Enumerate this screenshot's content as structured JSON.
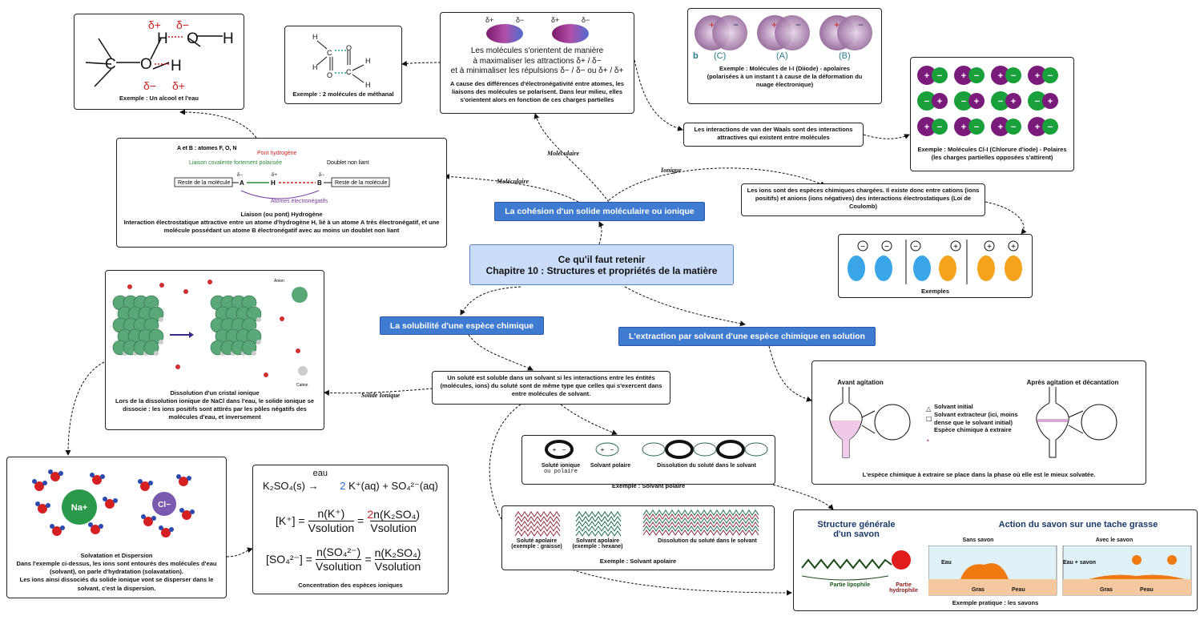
{
  "central": {
    "title": "Ce qu'il faut retenir",
    "subtitle": "Chapitre 10 : Structures et propriétés de la matière"
  },
  "branches": {
    "cohesion": "La cohésion d'un solide moléculaire ou ionique",
    "solubilite": "La solubilité d'une espèce chimique",
    "extraction": "L'extraction par solvant d'une espèce chimique en solution"
  },
  "edge_labels": {
    "moleculaire_1": "Moléculaire",
    "moleculaire_2": "Moléculaire",
    "ionique": "Ionique",
    "solide_ionique": "Solide Ionique"
  },
  "alcool": {
    "caption": "Exemple : Un alcool et l'eau",
    "delta_plus": "δ+",
    "delta_minus": "δ−",
    "atoms": {
      "c": "C",
      "o": "O",
      "h": "H"
    }
  },
  "methanal": {
    "caption": "Exemple : 2 molécules de méthanal",
    "atoms": {
      "h": "H",
      "c": "C",
      "o": "O"
    }
  },
  "orientation": {
    "d_plus": "δ+",
    "d_minus": "δ−",
    "line1": "Les molécules s'orientent de manière",
    "line2": "à maximaliser les attractions δ+ / δ−",
    "line3": "et à minimaliser les répulsions δ− / δ− ou δ+ / δ+",
    "text": "A cause des différences d'électronégativité entre atomes, les liaisons des molécules se polarisent. Dans leur milieu, elles s'orientent alors en fonction de ces charges partielles"
  },
  "iodine": {
    "letter": "b",
    "labels": [
      "(C)",
      "(A)",
      "(B)"
    ],
    "plus": "+",
    "minus": "−",
    "caption": "Exemple : Molécules de I-I (Diiode) - apolaires (polarisées à un instant t à cause de la déformation du nuage électronique)"
  },
  "vdw": {
    "text": "Les interactions de van der Waals sont des interactions attractives qui existent entre molécules"
  },
  "icl": {
    "plus": "+",
    "minus": "−",
    "caption": "Exemple : Molécules Cl-I (Chlorure d'iode) - Polaires (les charges partielles opposées s'attirent)"
  },
  "hbond": {
    "header": "A et B : atomes F, O, N",
    "pont": "Pont hydrogène",
    "liaison": "Liaison covalente fortement polarisée",
    "doublet": "Doublet non liant",
    "reste_a": "Reste de la molécule",
    "reste_b": "Reste de la molécule",
    "atom_a": "A",
    "atom_h": "H",
    "atom_b": "B",
    "d_minus": "δ−",
    "d_plus": "δ+",
    "atomes": "Atomes électronégatifs",
    "title": "Liaison (ou pont) Hydrogène",
    "text": "Interaction électrostatique attractive entre un atome d'hydrogène H, lié à un atome A très électronégatif, et une molécule possédant un atome B électronégatif avec au moins un doublet non liant"
  },
  "ions": {
    "text": "Les ions sont des espèces chimiques chargées. Il existe donc entre cations (ions positifs) et anions (ions négatives) des interactions électrostatiques (Loi de Coulomb)",
    "caption": "Exemples",
    "plus": "+",
    "minus": "−"
  },
  "nacl": {
    "anion": "Anion",
    "cation": "Cation",
    "title": "Dissolution d'un cristal ionique",
    "text": "Lors de la dissolution ionique de NaCl dans l'eau, le solide ionique se dissocie : les ions positifs sont attirés par les pôles négatifs des molécules d'eau, et inversement"
  },
  "solvatation": {
    "na": "Na+",
    "cl": "Cl−",
    "title": "Solvatation et Dispersion",
    "text1": "Dans l'exemple ci-dessus, les ions sont entourés des molécules d'eau (solvant), on parle d'hydratation (solavatation).",
    "text2": "Les ions ainsi dissociés du solide ionique vont se disperser dans le solvant, c'est la dispersion."
  },
  "concentration": {
    "eau": "eau",
    "eq1_left": "K₂SO₄(s)",
    "eq1_coef": "2",
    "eq1_right1": "K⁺(aq) + SO₄²⁻(aq)",
    "eq2_left": "[K⁺] =",
    "eq2_num1": "n(K⁺)",
    "eq2_den": "Vsolution",
    "eq2_num2_coef": "2",
    "eq2_num2": "n(K₂SO₄)",
    "eq3_left": "[SO₄²⁻] =",
    "eq3_num1": "n(SO₄²⁻)",
    "eq3_num2": "n(K₂SO₄)",
    "equal": "=",
    "caption": "Concentration des espèces ioniques"
  },
  "soluble": {
    "text": "Un soluté est soluble dans un solvant si les interactions entre les éntités (molécules, ions) du soluté sont de même type que celles qui s'exercent dans entre molécules de solvant."
  },
  "polaire": {
    "solute": "Soluté ionique",
    "solute_sub": "ou polaire",
    "solvant": "Solvant polaire",
    "dissolution": "Dissolution du soluté dans le solvant",
    "caption": "Exemple : Solvant polaire",
    "plus": "+",
    "minus": "−"
  },
  "apolaire": {
    "solute": "Soluté apolaire (exemple : graisse)",
    "solvant": "Solvant apolaire (exemple : hexane)",
    "dissolution": "Dissolution du soluté dans le solvant",
    "caption": "Exemple : Solvant apolaire"
  },
  "extraction_box": {
    "avant": "Avant agitation",
    "apres": "Après agitation et décantation",
    "legend1": "Solvant initial",
    "legend2": "Solvant extracteur (ici, moins dense que le solvant initial)",
    "legend3": "Espèce chimique à extraire",
    "caption": "L'espèce chimique à extraire se place dans la phase où elle est le mieux solvatée."
  },
  "savon": {
    "structure": "Structure générale d'un savon",
    "action": "Action du savon sur une tache grasse",
    "lipophile": "Partie lipophile",
    "hydrophile": "Partie hydrophile",
    "sans": "Sans savon",
    "avec": "Avec le savon",
    "eau": "Eau",
    "eau_savon": "Eau + savon",
    "gras": "Gras",
    "peau": "Peau",
    "caption": "Exemple pratique : les savons"
  }
}
